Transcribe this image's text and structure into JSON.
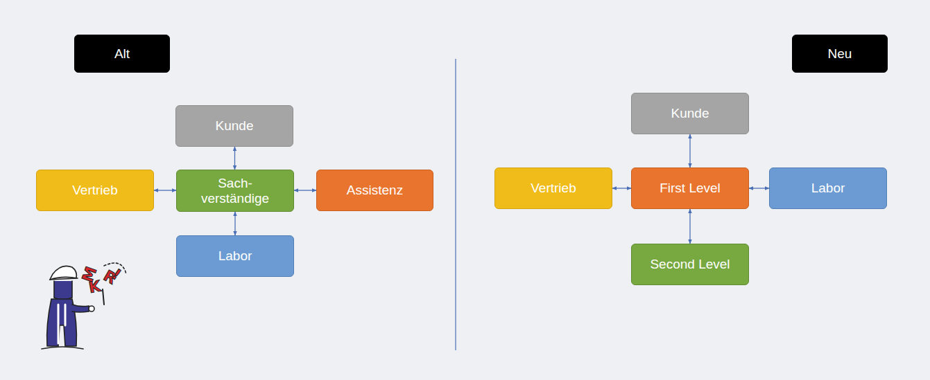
{
  "diagram": {
    "nodes": [
      {
        "text": [
          "Alt"
        ]
      },
      {
        "text": [
          "Neu"
        ]
      },
      {
        "text": [
          "Kunde"
        ]
      },
      {
        "text": [
          "Vertrieb"
        ]
      },
      {
        "text": [
          "Sach- verständige"
        ]
      },
      {
        "text": [
          "Assistenz"
        ]
      },
      {
        "text": [
          "Labor"
        ]
      },
      {
        "text": [
          "Kunde"
        ]
      },
      {
        "text": [
          "Vertrieb"
        ]
      },
      {
        "text": [
          "First Level"
        ]
      },
      {
        "text": [
          "Labor"
        ]
      },
      {
        "text": [
          "Second Level"
        ]
      }
    ],
    "edges": [
      {
        "from": 2,
        "to": 4,
        "arrow": "both"
      },
      {
        "from": 3,
        "to": 4,
        "arrow": "both"
      },
      {
        "from": 4,
        "to": 5,
        "arrow": "both"
      },
      {
        "from": 4,
        "to": 6,
        "arrow": "both"
      },
      {
        "from": 7,
        "to": 9,
        "arrow": "both"
      },
      {
        "from": 8,
        "to": 9,
        "arrow": "both"
      },
      {
        "from": 9,
        "to": 10,
        "arrow": "both"
      },
      {
        "from": 9,
        "to": 11,
        "arrow": "both"
      }
    ],
    "labels": [
      "M",
      "K",
      "R",
      "!"
    ]
  }
}
